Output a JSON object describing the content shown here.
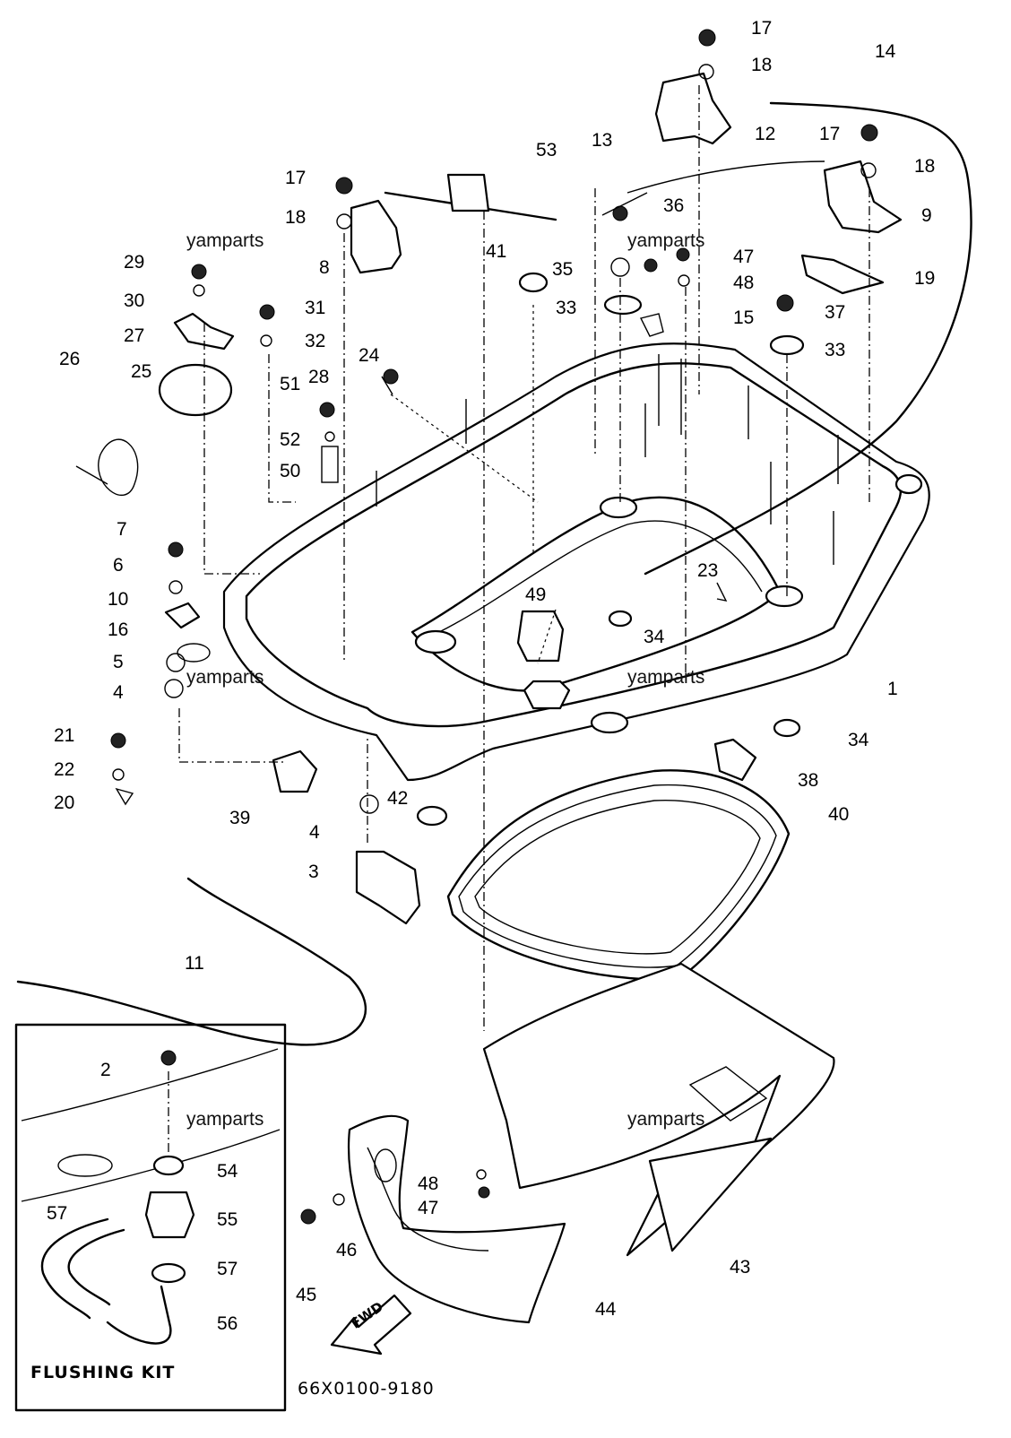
{
  "watermark": "yamparts",
  "inset_title": "FLUSHING KIT",
  "diagram_code": "66X0100-9180",
  "fwd_label": "FWD",
  "callouts": [
    "1",
    "2",
    "3",
    "4",
    "4",
    "5",
    "6",
    "7",
    "8",
    "9",
    "10",
    "11",
    "12",
    "13",
    "14",
    "15",
    "16",
    "17",
    "17",
    "17",
    "18",
    "18",
    "18",
    "19",
    "20",
    "21",
    "22",
    "23",
    "24",
    "25",
    "26",
    "27",
    "28",
    "29",
    "30",
    "31",
    "32",
    "33",
    "33",
    "34",
    "34",
    "35",
    "36",
    "37",
    "38",
    "39",
    "40",
    "41",
    "42",
    "43",
    "44",
    "45",
    "46",
    "47",
    "47",
    "48",
    "48",
    "49",
    "50",
    "51",
    "52",
    "53",
    "54",
    "55",
    "56",
    "57",
    "57"
  ]
}
